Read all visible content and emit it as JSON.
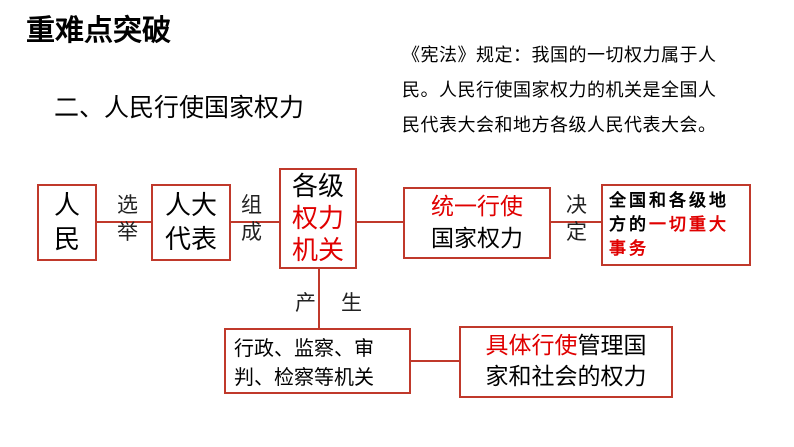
{
  "page": {
    "title": "重难点突破",
    "subtitle": "二、人民行使国家权力",
    "note_lines": [
      "《宪法》规定：我国的一切权力属于人",
      "民。人民行使国家权力的机关是全国人",
      "民代表大会和地方各级人民代表大会。"
    ]
  },
  "diagram": {
    "people": [
      "人",
      "民"
    ],
    "npc": [
      "人大",
      "代表"
    ],
    "organs": {
      "line1": "各级",
      "line2": "权力",
      "line3": "机关"
    },
    "unify": {
      "line1": "统一行使",
      "line2": "国家权力"
    },
    "affairs": {
      "line1": "全国和各级地",
      "line2_prefix": "方的",
      "line2_red": "一切重大",
      "line3": "事务"
    },
    "admin": {
      "line1": "行政、监察、审",
      "line2": "判、检察等机关"
    },
    "specific": {
      "red": "具体行使",
      "rest1": "管理国",
      "line2": "家和社会的权力"
    },
    "edges": {
      "elect": [
        "选",
        "举"
      ],
      "form": [
        "组",
        "成"
      ],
      "decide": [
        "决",
        "定"
      ],
      "produce": "产　生"
    }
  },
  "colors": {
    "accent_red": "#e00000",
    "border_red": "#c0392b"
  }
}
